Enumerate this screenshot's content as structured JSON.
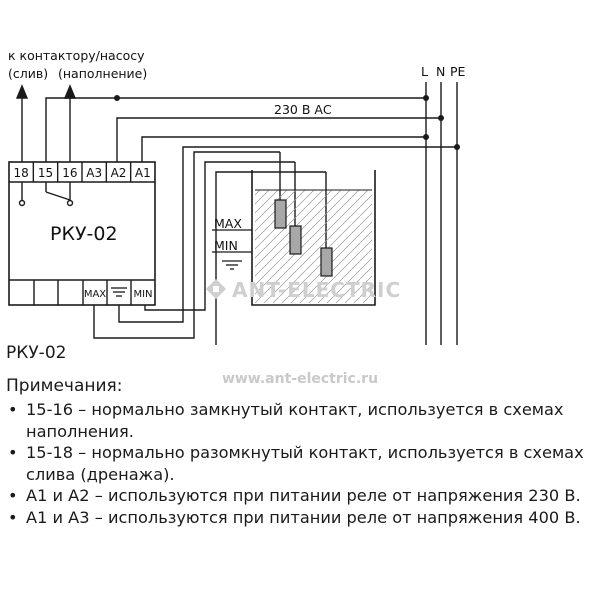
{
  "diagram": {
    "load_label_line1": "к контактору/насосу",
    "load_label_drain": "(слив)",
    "load_label_fill": "(наполнение)",
    "supply_lines": [
      "L",
      "N",
      "PE"
    ],
    "supply_voltage": "230 В АС",
    "terminals_top": [
      "18",
      "15",
      "16",
      "A3",
      "A2",
      "A1"
    ],
    "device_name": "РКУ-02",
    "terminals_bottom": [
      "MAX",
      "",
      "MIN"
    ],
    "bottom_icon": "ground-icon",
    "tank_labels": {
      "max": "MAX",
      "min": "MIN"
    },
    "watermark": "ANT-ELECTRIC"
  },
  "caption": "РКУ-02",
  "website": "www.ant-electric.ru",
  "notes": {
    "title": "Примечания:",
    "items": [
      "15-16 – нормально замкнутый контакт, используется в схемах наполнения.",
      "15-18 – нормально разомкнутый контакт, используется в схемах слива (дренажа).",
      "А1 и А2 – используются при питании реле от напряжения 230 В.",
      "А1 и А3 – используются при питании реле от напряжения 400 В."
    ]
  },
  "colors": {
    "line": "#1a1a1a",
    "watermark": "#cfcfcf"
  }
}
